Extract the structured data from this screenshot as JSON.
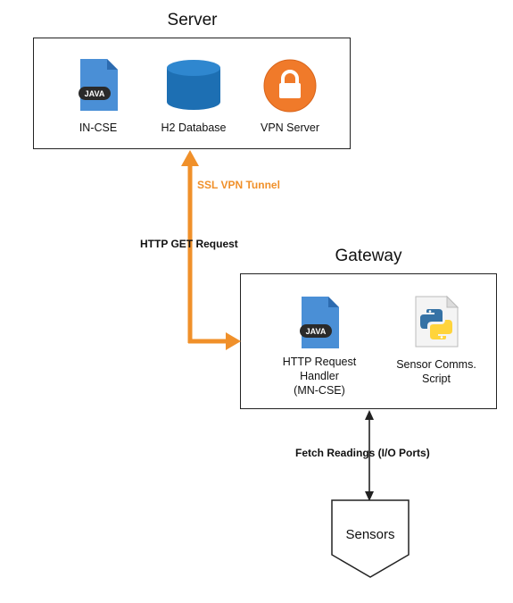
{
  "server": {
    "title": "Server",
    "nodes": [
      {
        "label": "IN-CSE",
        "icon": "java-file-icon",
        "badge": "JAVA"
      },
      {
        "label": "H2 Database",
        "icon": "database-icon"
      },
      {
        "label": "VPN Server",
        "icon": "lock-icon"
      }
    ]
  },
  "gateway": {
    "title": "Gateway",
    "nodes": [
      {
        "label_lines": [
          "HTTP Request",
          "Handler",
          "(MN-CSE)"
        ],
        "icon": "java-file-icon",
        "badge": "JAVA"
      },
      {
        "label_lines": [
          "Sensor Comms.",
          "Script"
        ],
        "icon": "python-file-icon"
      }
    ]
  },
  "sensors": {
    "label": "Sensors",
    "icon": "sensors-pentagon"
  },
  "edges": {
    "vpn_tunnel": "SSL VPN Tunnel",
    "http_get": "HTTP GET Request",
    "fetch": "Fetch Readings (I/O Ports)"
  },
  "colors": {
    "accent_orange": "#f0902a",
    "java_blue": "#4a8fd6",
    "db_blue": "#1d6fb3",
    "vpn_orange": "#f07a2a",
    "line": "#222222"
  }
}
